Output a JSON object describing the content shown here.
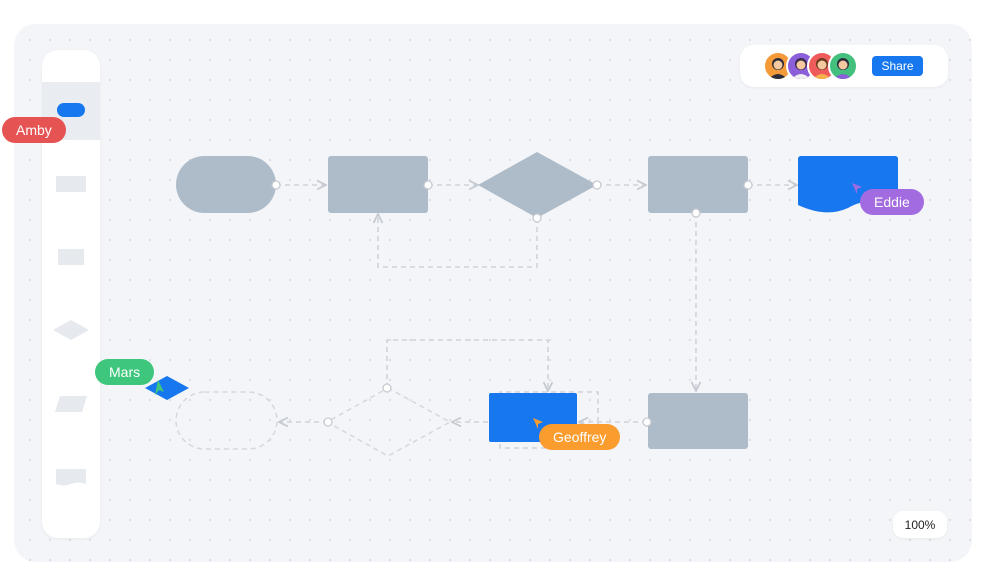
{
  "share": {
    "label": "Share"
  },
  "zoom": {
    "level": "100%"
  },
  "collaborators": [
    {
      "name": "Amby",
      "color": "#e65353"
    },
    {
      "name": "Mars",
      "color": "#3ec67c"
    },
    {
      "name": "Eddie",
      "color": "#a36be0"
    },
    {
      "name": "Geoffrey",
      "color": "#fa9c2e"
    }
  ],
  "avatar_colors": [
    "#f59a38",
    "#8b5fd9",
    "#ef5b5b",
    "#43c07e"
  ],
  "colors": {
    "shape_gray": "#aebbc8",
    "accent_blue": "#1677ee",
    "dashed_line": "#d0d4da",
    "canvas_bg": "#f3f5f8"
  },
  "toolbar": {
    "tools": [
      "rounded-rect-tool",
      "rectangle-tool",
      "square-tool",
      "diamond-tool",
      "parallelogram-tool",
      "document-shape-tool"
    ]
  }
}
